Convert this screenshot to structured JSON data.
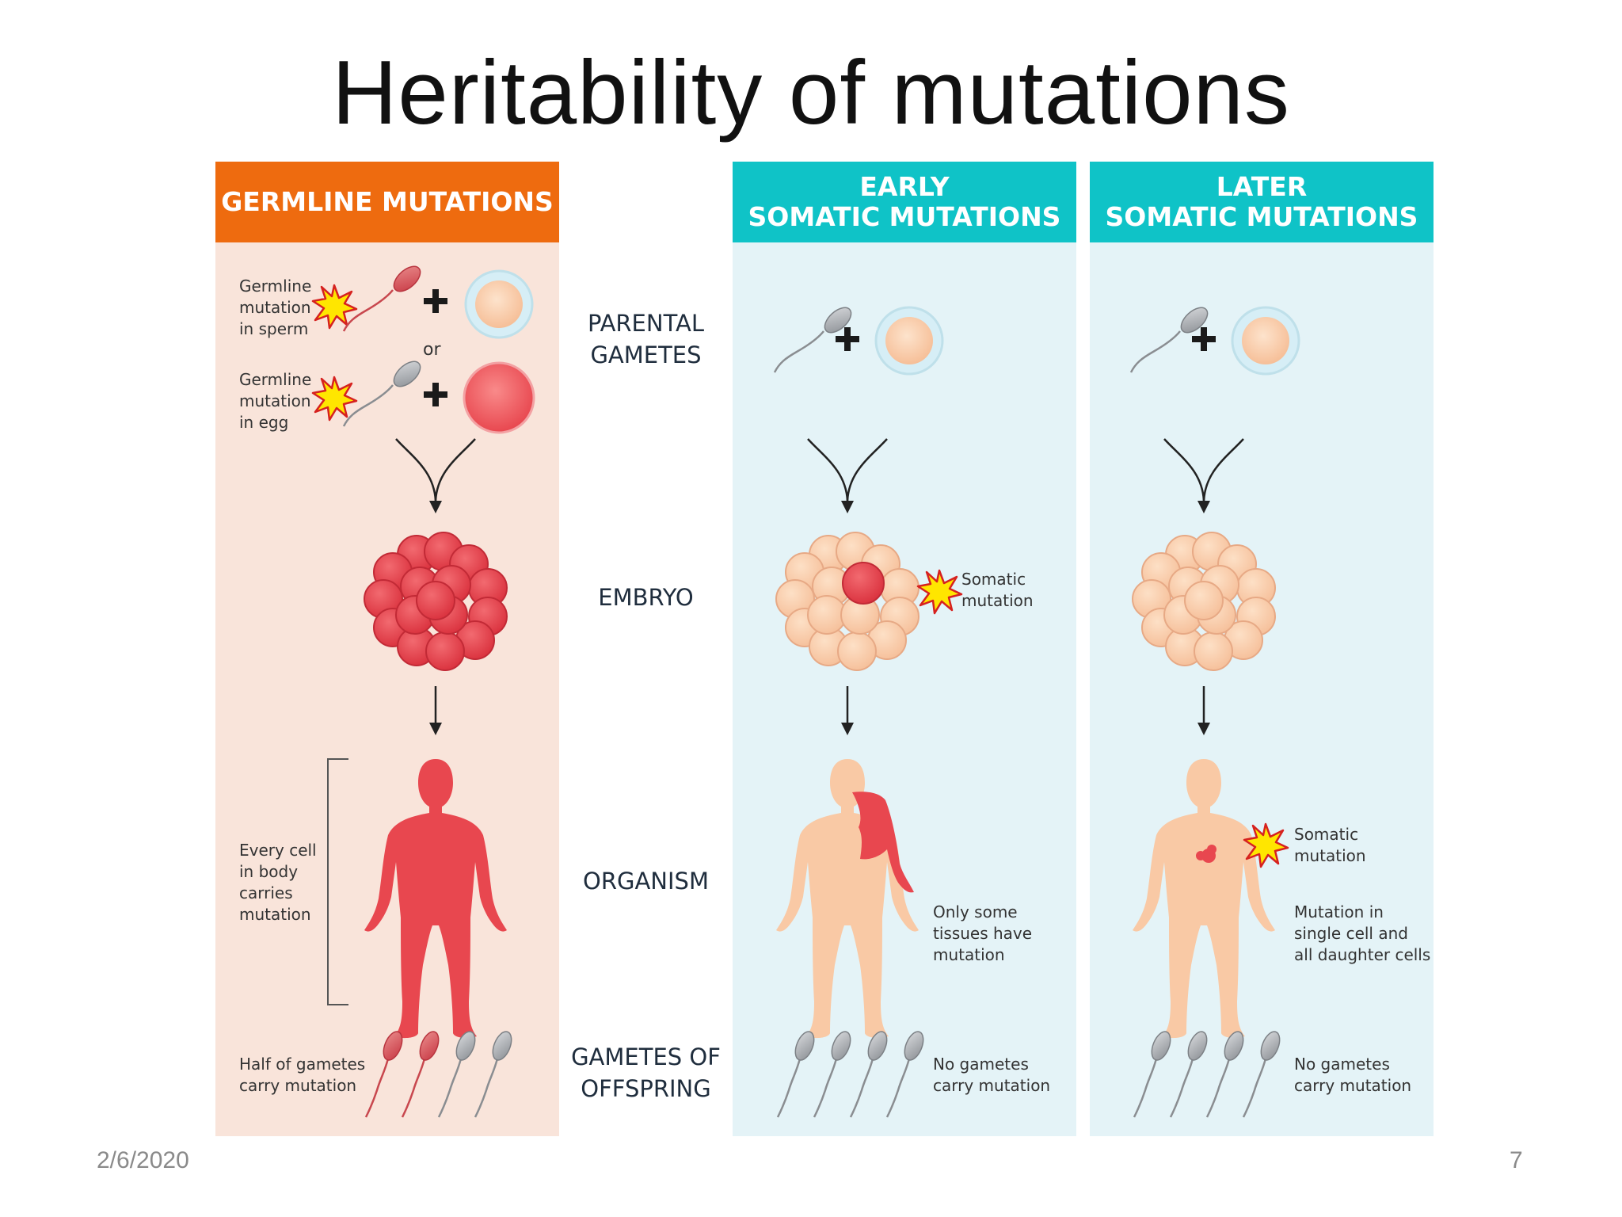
{
  "title": "Heritability of mutations",
  "columns": {
    "germline": {
      "header": [
        "GERMLINE MUTATIONS"
      ],
      "color": "#ee6b0f",
      "bg": "#f9e4da"
    },
    "early": {
      "header": [
        "EARLY",
        "SOMATIC MUTATIONS"
      ],
      "color": "#0fc3c7",
      "bg": "#e4f3f7"
    },
    "later": {
      "header": [
        "LATER",
        "SOMATIC MUTATIONS"
      ],
      "color": "#0fc3c7",
      "bg": "#e4f3f7"
    }
  },
  "stages": {
    "parental_gametes": [
      "PARENTAL",
      "GAMETES"
    ],
    "embryo": [
      "EMBRYO"
    ],
    "organism": [
      "ORGANISM"
    ],
    "gametes_offspring": [
      "GAMETES OF",
      "OFFSPRING"
    ]
  },
  "notes": {
    "germline_sperm": [
      "Germline",
      "mutation",
      "in sperm"
    ],
    "or": "or",
    "germline_egg": [
      "Germline",
      "mutation",
      "in egg"
    ],
    "every_cell": [
      "Every cell",
      "in body",
      "carries",
      "mutation"
    ],
    "half_gametes": [
      "Half of gametes",
      "carry mutation"
    ],
    "early_somatic": [
      "Somatic",
      "mutation"
    ],
    "early_some_tissues": [
      "Only some",
      "tissues have",
      "mutation"
    ],
    "early_no_gametes": [
      "No gametes",
      "carry mutation"
    ],
    "later_somatic": [
      "Somatic",
      "mutation"
    ],
    "later_single_cell": [
      "Mutation in",
      "single cell and",
      "all daughter cells"
    ],
    "later_no_gametes": [
      "No gametes",
      "carry mutation"
    ]
  },
  "colors": {
    "mutated": "#e8474f",
    "normal_tissue": "#f9c9a5",
    "egg": "#f8cba8",
    "sperm_grey": "#a6a9ad",
    "burst": "#ffe600",
    "burst_outline": "#d6211f"
  },
  "footer": {
    "date": "2/6/2020",
    "page": "7"
  }
}
